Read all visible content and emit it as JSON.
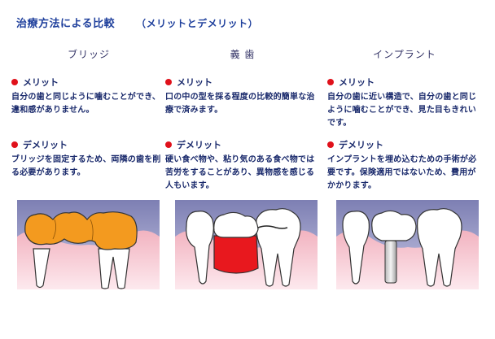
{
  "title": "治療方法による比較",
  "subtitle": "（メリットとデメリット）",
  "columns": [
    {
      "heading": "ブリッジ",
      "merit_label": "メリット",
      "merit_text": "自分の歯と同じように噛むことができ、違和感がありません。",
      "demerit_label": "デメリット",
      "demerit_text": "ブリッジを固定するため、両隣の歯を削る必要があります。"
    },
    {
      "heading": "義 歯",
      "merit_label": "メリット",
      "merit_text": "口の中の型を採る程度の比較的簡単な治療で済みます。",
      "demerit_label": "デメリット",
      "demerit_text": "硬い食べ物や、粘り気のある食べ物では苦労をすることがあり、異物感を感じる人もいます。"
    },
    {
      "heading": "インプラント",
      "merit_label": "メリット",
      "merit_text": "自分の歯に近い構造で、自分の歯と同じように噛むことができ、見た目もきれいです。",
      "demerit_label": "デメリット",
      "demerit_text": "インプラントを埋め込むための手術が必要です。保険適用ではないため、費用がかかります。"
    }
  ],
  "colors": {
    "text": "#1a2a6c",
    "title": "#1e3f9c",
    "bullet": "#e0111b",
    "crown": "#f39a1f",
    "denture": "#e8181e",
    "gum": "#f2b3c0",
    "bone": "#7d7fb3"
  },
  "icons": [
    "bridge-illustration",
    "denture-illustration",
    "implant-illustration"
  ]
}
